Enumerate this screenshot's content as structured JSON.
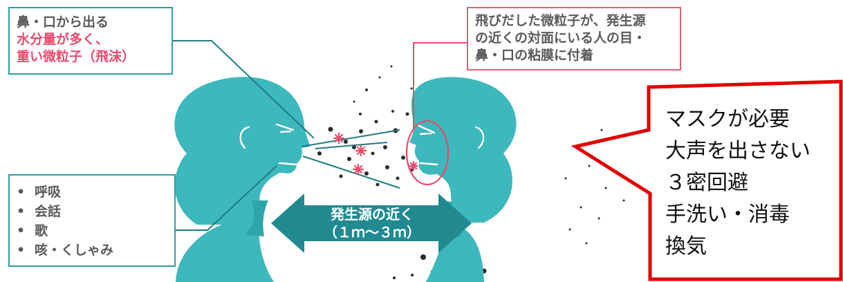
{
  "top_left_box": {
    "line1": "鼻・口から出る",
    "line2": "水分量が多く、",
    "line3": "重い微粒子（飛沫）"
  },
  "top_right_box": {
    "line1": "飛びだした微粒子が、発生源",
    "line2": "の近くの対面にいる人の目・",
    "line3": "鼻・口の粘膜に付着"
  },
  "bottom_left_box": {
    "items": [
      "呼吸",
      "会話",
      "歌",
      "咳・くしゃみ"
    ],
    "bullet": "•"
  },
  "distance_arrow": {
    "line1": "発生源の近く",
    "line2": "（１ｍ〜３ｍ）"
  },
  "callout": {
    "items": [
      "マスクが必要",
      "大声を出さない",
      "３密回避",
      "手洗い・消毒",
      "換気"
    ]
  },
  "colors": {
    "teal": "#2f9ea0",
    "head_fill": "#3db8bd",
    "pink": "#e84a6d",
    "callout_border": "#e00000"
  }
}
